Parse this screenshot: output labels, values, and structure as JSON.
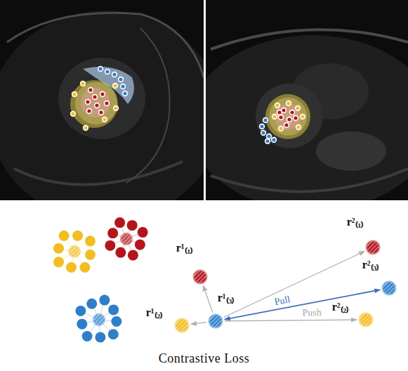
{
  "diagram": {
    "caption": "Contrastive Loss",
    "nodes": [
      {
        "text": [
          "r¹₍₁₎"
        ]
      },
      {
        "text": [
          "r¹₍₃₎"
        ]
      },
      {
        "text": [
          "r¹₍₂₎"
        ]
      },
      {
        "text": [
          "r²₍₁₎"
        ]
      },
      {
        "text": [
          "r²₍₃₎"
        ]
      },
      {
        "text": [
          "r²₍₂₎"
        ]
      }
    ],
    "edges": [
      {
        "from": 1,
        "to": 0,
        "arrow": "to"
      },
      {
        "from": 1,
        "to": 2,
        "arrow": "to"
      },
      {
        "from": 1,
        "to": 3,
        "arrow": "to"
      },
      {
        "from": 1,
        "to": 4,
        "arrow": "both",
        "label": "Pull"
      },
      {
        "from": 1,
        "to": 5,
        "arrow": "to",
        "label": "Push"
      }
    ]
  }
}
